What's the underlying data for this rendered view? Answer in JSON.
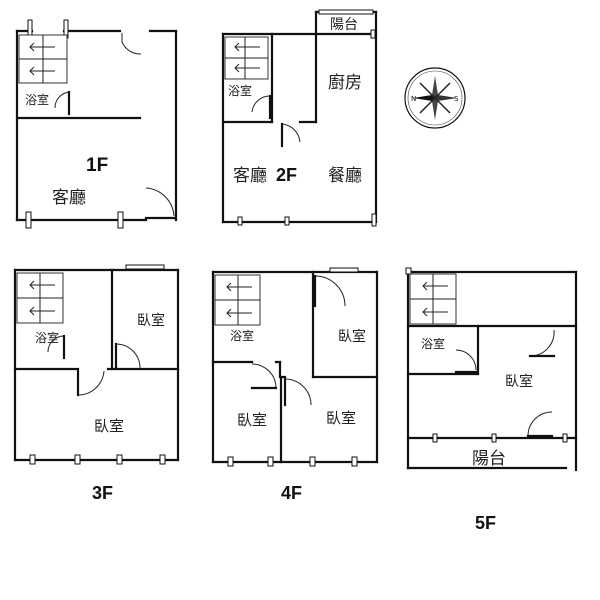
{
  "floors": {
    "f1": {
      "label": "1F",
      "living": "客廳",
      "bath": "浴室"
    },
    "f2": {
      "label": "2F",
      "living": "客廳",
      "dining": "餐廳",
      "kitchen": "廚房",
      "balcony": "陽台",
      "bath": "浴室"
    },
    "f3": {
      "label": "3F",
      "bedroom_small": "臥室",
      "bedroom_large": "臥室",
      "bath": "浴室"
    },
    "f4": {
      "label": "4F",
      "bedroom_right_top": "臥室",
      "bedroom_left": "臥室",
      "bedroom_right": "臥室",
      "bath": "浴室"
    },
    "f5": {
      "label": "5F",
      "bedroom": "臥室",
      "balcony": "陽台",
      "bath": "浴室"
    }
  },
  "compass": {
    "north": "N",
    "south": "S"
  }
}
